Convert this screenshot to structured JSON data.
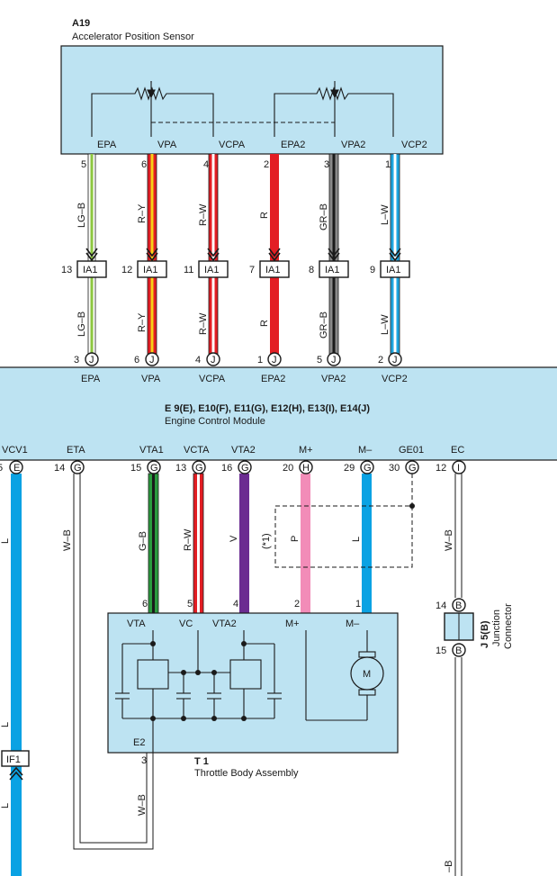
{
  "sensor": {
    "id": "A19",
    "title": "Accelerator Position Sensor",
    "terminals": [
      "EPA",
      "VPA",
      "VCPA",
      "EPA2",
      "VPA2",
      "VCP2"
    ],
    "pins": [
      "5",
      "6",
      "4",
      "2",
      "3",
      "1"
    ]
  },
  "wires_upper": [
    "LG–B",
    "R–Y",
    "R–W",
    "R",
    "GR–B",
    "L–W"
  ],
  "ia1_connectors": {
    "label": "IA1",
    "pins": [
      "13",
      "12",
      "11",
      "7",
      "8",
      "9"
    ]
  },
  "ecm_top": {
    "connector": "J",
    "pins": [
      "3",
      "6",
      "4",
      "1",
      "5",
      "2"
    ],
    "terminals": [
      "EPA",
      "VPA",
      "VCPA",
      "EPA2",
      "VPA2",
      "VCP2"
    ]
  },
  "ecm": {
    "title": "E 9(E), E10(F), E11(G), E12(H), E13(I), E14(J)",
    "subtitle": "Engine Control Module",
    "bottom_terminals": [
      "VCV1",
      "ETA",
      "VTA1",
      "VCTA",
      "VTA2",
      "M+",
      "M–",
      "GE01",
      "EC"
    ],
    "bottom_pins": [
      "5",
      "14",
      "15",
      "13",
      "16",
      "20",
      "29",
      "30",
      "12"
    ],
    "bottom_connectors": [
      "E",
      "G",
      "G",
      "G",
      "G",
      "H",
      "G",
      "G",
      "I"
    ]
  },
  "wires_lower": {
    "vcv1": "L",
    "eta": "W–B",
    "vta1": "G–B",
    "vcta": "R–W",
    "vta2": "V",
    "mplus": "P",
    "mminus": "L",
    "ec": "W–B",
    "note": "(*1)"
  },
  "throttle": {
    "id": "T 1",
    "title": "Throttle Body Assembly",
    "terminals": [
      "VTA",
      "VC",
      "VTA2",
      "M+",
      "M–",
      "E2"
    ],
    "pins": [
      "6",
      "5",
      "4",
      "2",
      "1",
      "3"
    ],
    "motor": "M",
    "e2_wire": "W–B"
  },
  "junction": {
    "id": "J 5(B)",
    "title_line1": "Junction",
    "title_line2": "Connector",
    "pin_top": "14",
    "pin_bottom": "15",
    "connector": "B"
  },
  "if1": {
    "label": "IF1",
    "wire_below": "L"
  },
  "bottom_right_wire": "–B",
  "colors": {
    "box_fill": "#bde3f2",
    "lg_b": "#8cc63f",
    "r_y_red": "#e31e24",
    "r_y_yellow": "#f7d117",
    "red": "#e31e24",
    "gr_b": "#8a8a8a",
    "l_w": "#1ea7e1",
    "blue": "#0aa2e3",
    "green": "#2b9a3e",
    "purple": "#6b2c91",
    "pink": "#f28cb8"
  }
}
